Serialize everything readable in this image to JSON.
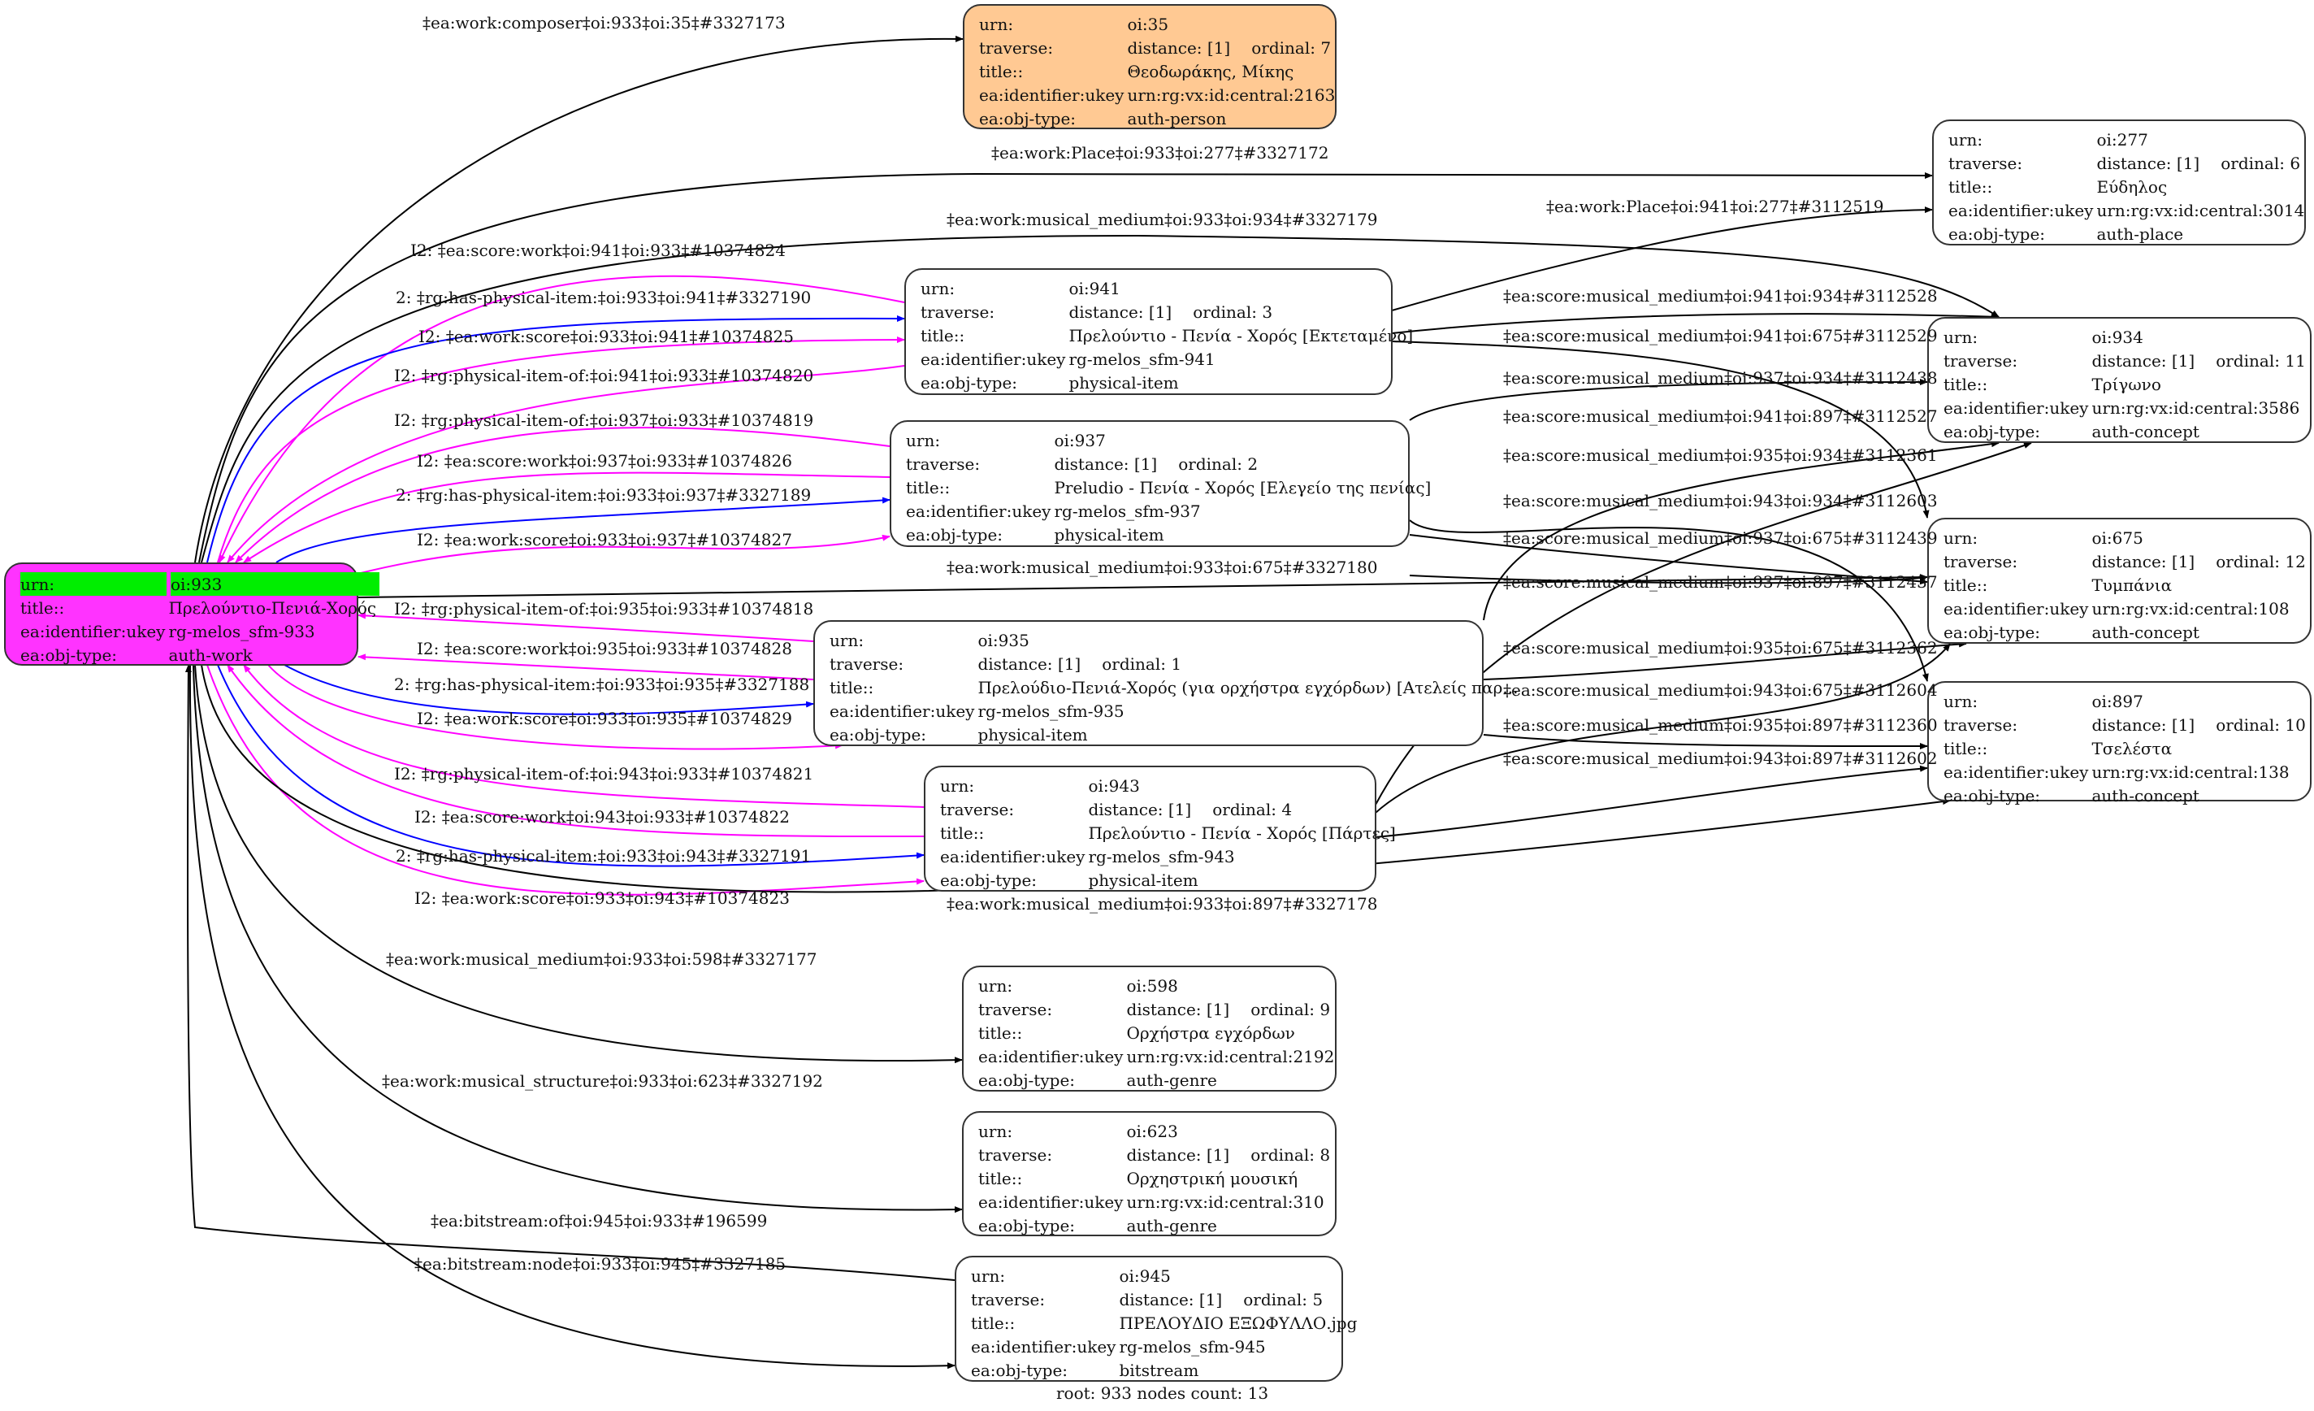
{
  "graph": {
    "footer": "root: 933 nodes count: 13",
    "keys": {
      "urn": "urn:",
      "traverse": "traverse:",
      "title": "title::",
      "ukey": "ea:identifier:ukey",
      "objtype": "ea:obj-type:"
    },
    "colors": {
      "root_fill": "#ff33ff",
      "root_highlight": "#00ee00",
      "person_fill": "#ffc993",
      "edge_default": "#000000",
      "edge_inverse": "#ff00ff",
      "edge_physical_item": "#0000ff"
    },
    "nodes": {
      "n933": {
        "urn": "oi:933",
        "title": "Πρελούντιο-Πενιά-Χορός",
        "ukey": "rg-melos_sfm-933",
        "objtype": "auth-work"
      },
      "n35": {
        "urn": "oi:35",
        "distance": "distance: [1]",
        "ordinal": "ordinal: 7",
        "title": "Θεοδωράκης, Μίκης",
        "ukey": "urn:rg:vx:id:central:2163",
        "objtype": "auth-person"
      },
      "n277": {
        "urn": "oi:277",
        "distance": "distance: [1]",
        "ordinal": "ordinal: 6",
        "title": "Εύδηλος",
        "ukey": "urn:rg:vx:id:central:3014",
        "objtype": "auth-place"
      },
      "n934": {
        "urn": "oi:934",
        "distance": "distance: [1]",
        "ordinal": "ordinal: 11",
        "title": "Τρίγωνο",
        "ukey": "urn:rg:vx:id:central:3586",
        "objtype": "auth-concept"
      },
      "n675": {
        "urn": "oi:675",
        "distance": "distance: [1]",
        "ordinal": "ordinal: 12",
        "title": "Τυμπάνια",
        "ukey": "urn:rg:vx:id:central:108",
        "objtype": "auth-concept"
      },
      "n897": {
        "urn": "oi:897",
        "distance": "distance: [1]",
        "ordinal": "ordinal: 10",
        "title": "Τσελέστα",
        "ukey": "urn:rg:vx:id:central:138",
        "objtype": "auth-concept"
      },
      "n941": {
        "urn": "oi:941",
        "distance": "distance: [1]",
        "ordinal": "ordinal: 3",
        "title": "Πρελούντιο - Πενία - Χορός [Εκτεταμένο]",
        "ukey": "rg-melos_sfm-941",
        "objtype": "physical-item"
      },
      "n937": {
        "urn": "oi:937",
        "distance": "distance: [1]",
        "ordinal": "ordinal: 2",
        "title": "Preludio - Πενία - Χορός [Ελεγείο της πενίας]",
        "ukey": "rg-melos_sfm-937",
        "objtype": "physical-item"
      },
      "n935": {
        "urn": "oi:935",
        "distance": "distance: [1]",
        "ordinal": "ordinal: 1",
        "title": "Πρελούδιο-Πενιά-Χορός (για ορχήστρα εγχόρδων) [Ατελείς παρ...",
        "ukey": "rg-melos_sfm-935",
        "objtype": "physical-item"
      },
      "n943": {
        "urn": "oi:943",
        "distance": "distance: [1]",
        "ordinal": "ordinal: 4",
        "title": "Πρελούντιο - Πενία - Χορός [Πάρτες]",
        "ukey": "rg-melos_sfm-943",
        "objtype": "physical-item"
      },
      "n598": {
        "urn": "oi:598",
        "distance": "distance: [1]",
        "ordinal": "ordinal: 9",
        "title": "Ορχήστρα εγχόρδων",
        "ukey": "urn:rg:vx:id:central:2192",
        "objtype": "auth-genre"
      },
      "n623": {
        "urn": "oi:623",
        "distance": "distance: [1]",
        "ordinal": "ordinal: 8",
        "title": "Ορχηστρική μουσική",
        "ukey": "urn:rg:vx:id:central:310",
        "objtype": "auth-genre"
      },
      "n945": {
        "urn": "oi:945",
        "distance": "distance: [1]",
        "ordinal": "ordinal: 5",
        "title": "ΠΡΕΛΟΥΔΙΟ ΕΞΩΦΥΛΛΟ.jpg",
        "ukey": "rg-melos_sfm-945",
        "objtype": "bitstream"
      }
    },
    "edges": [
      {
        "from": "n933",
        "to": "n35",
        "kind": "default",
        "label": "‡ea:work:composer‡oi:933‡oi:35‡#3327173"
      },
      {
        "from": "n933",
        "to": "n277",
        "kind": "default",
        "label": "‡ea:work:Place‡oi:933‡oi:277‡#3327172"
      },
      {
        "from": "n933",
        "to": "n934",
        "kind": "default",
        "label": "‡ea:work:musical_medium‡oi:933‡oi:934‡#3327179"
      },
      {
        "from": "n941",
        "to": "n933",
        "kind": "inverse",
        "label": "I2: ‡ea:score:work‡oi:941‡oi:933‡#10374824"
      },
      {
        "from": "n933",
        "to": "n941",
        "kind": "physical",
        "label": "2: ‡rg:has-physical-item:‡oi:933‡oi:941‡#3327190"
      },
      {
        "from": "n933",
        "to": "n941",
        "kind": "inverse",
        "label": "I2: ‡ea:work:score‡oi:933‡oi:941‡#10374825"
      },
      {
        "from": "n941",
        "to": "n933",
        "kind": "inverse",
        "label": "I2: ‡rg:physical-item-of:‡oi:941‡oi:933‡#10374820"
      },
      {
        "from": "n937",
        "to": "n933",
        "kind": "inverse",
        "label": "I2: ‡rg:physical-item-of:‡oi:937‡oi:933‡#10374819"
      },
      {
        "from": "n937",
        "to": "n933",
        "kind": "inverse",
        "label": "I2: ‡ea:score:work‡oi:937‡oi:933‡#10374826"
      },
      {
        "from": "n933",
        "to": "n937",
        "kind": "physical",
        "label": "2: ‡rg:has-physical-item:‡oi:933‡oi:937‡#3327189"
      },
      {
        "from": "n933",
        "to": "n937",
        "kind": "inverse",
        "label": "I2: ‡ea:work:score‡oi:933‡oi:937‡#10374827"
      },
      {
        "from": "n933",
        "to": "n675",
        "kind": "default",
        "label": "‡ea:work:musical_medium‡oi:933‡oi:675‡#3327180"
      },
      {
        "from": "n935",
        "to": "n933",
        "kind": "inverse",
        "label": "I2: ‡rg:physical-item-of:‡oi:935‡oi:933‡#10374818"
      },
      {
        "from": "n935",
        "to": "n933",
        "kind": "inverse",
        "label": "I2: ‡ea:score:work‡oi:935‡oi:933‡#10374828"
      },
      {
        "from": "n933",
        "to": "n935",
        "kind": "physical",
        "label": "2: ‡rg:has-physical-item:‡oi:933‡oi:935‡#3327188"
      },
      {
        "from": "n933",
        "to": "n935",
        "kind": "inverse",
        "label": "I2: ‡ea:work:score‡oi:933‡oi:935‡#10374829"
      },
      {
        "from": "n943",
        "to": "n933",
        "kind": "inverse",
        "label": "I2: ‡rg:physical-item-of:‡oi:943‡oi:933‡#10374821"
      },
      {
        "from": "n943",
        "to": "n933",
        "kind": "inverse",
        "label": "I2: ‡ea:score:work‡oi:943‡oi:933‡#10374822"
      },
      {
        "from": "n933",
        "to": "n943",
        "kind": "physical",
        "label": "2: ‡rg:has-physical-item:‡oi:933‡oi:943‡#3327191"
      },
      {
        "from": "n933",
        "to": "n943",
        "kind": "inverse",
        "label": "I2: ‡ea:work:score‡oi:933‡oi:943‡#10374823"
      },
      {
        "from": "n933",
        "to": "n897",
        "kind": "default",
        "label": "‡ea:work:musical_medium‡oi:933‡oi:897‡#3327178"
      },
      {
        "from": "n933",
        "to": "n598",
        "kind": "default",
        "label": "‡ea:work:musical_medium‡oi:933‡oi:598‡#3327177"
      },
      {
        "from": "n933",
        "to": "n623",
        "kind": "default",
        "label": "‡ea:work:musical_structure‡oi:933‡oi:623‡#3327192"
      },
      {
        "from": "n945",
        "to": "n933",
        "kind": "default",
        "label": "‡ea:bitstream:of‡oi:945‡oi:933‡#196599"
      },
      {
        "from": "n933",
        "to": "n945",
        "kind": "default",
        "label": "‡ea:bitstream:node‡oi:933‡oi:945‡#3327185"
      },
      {
        "from": "n941",
        "to": "n277",
        "kind": "default",
        "label": "‡ea:work:Place‡oi:941‡oi:277‡#3112519"
      },
      {
        "from": "n941",
        "to": "n934",
        "kind": "default",
        "label": "‡ea:score:musical_medium‡oi:941‡oi:934‡#3112528"
      },
      {
        "from": "n941",
        "to": "n675",
        "kind": "default",
        "label": "‡ea:score:musical_medium‡oi:941‡oi:675‡#3112529"
      },
      {
        "from": "n937",
        "to": "n934",
        "kind": "default",
        "label": "‡ea:score:musical_medium‡oi:937‡oi:934‡#3112438"
      },
      {
        "from": "n941",
        "to": "n897",
        "kind": "default",
        "label": "‡ea:score:musical_medium‡oi:941‡oi:897‡#3112527"
      },
      {
        "from": "n935",
        "to": "n934",
        "kind": "default",
        "label": "‡ea:score:musical_medium‡oi:935‡oi:934‡#3112361"
      },
      {
        "from": "n943",
        "to": "n934",
        "kind": "default",
        "label": "‡ea:score:musical_medium‡oi:943‡oi:934‡#3112603"
      },
      {
        "from": "n937",
        "to": "n675",
        "kind": "default",
        "label": "‡ea:score:musical_medium‡oi:937‡oi:675‡#3112439"
      },
      {
        "from": "n937",
        "to": "n897",
        "kind": "default",
        "label": "‡ea:score:musical_medium‡oi:937‡oi:897‡#3112437"
      },
      {
        "from": "n935",
        "to": "n675",
        "kind": "default",
        "label": "‡ea:score:musical_medium‡oi:935‡oi:675‡#3112362"
      },
      {
        "from": "n943",
        "to": "n675",
        "kind": "default",
        "label": "‡ea:score:musical_medium‡oi:943‡oi:675‡#3112604"
      },
      {
        "from": "n935",
        "to": "n897",
        "kind": "default",
        "label": "‡ea:score:musical_medium‡oi:935‡oi:897‡#3112360"
      },
      {
        "from": "n943",
        "to": "n897",
        "kind": "default",
        "label": "‡ea:score:musical_medium‡oi:943‡oi:897‡#3112602"
      }
    ]
  }
}
